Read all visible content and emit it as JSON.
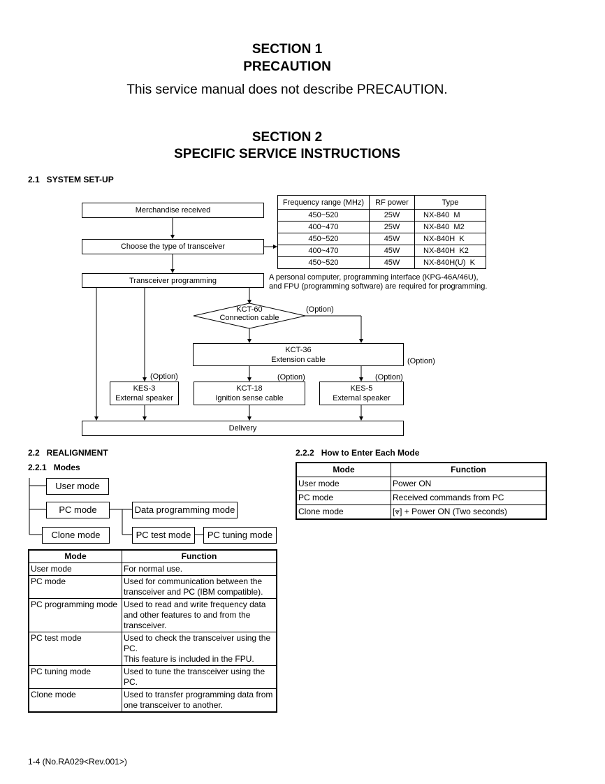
{
  "section1": {
    "heading": "SECTION 1",
    "title": "PRECAUTION",
    "text": "This service manual does not describe PRECAUTION."
  },
  "section2": {
    "heading": "SECTION 2",
    "title": "SPECIFIC SERVICE INSTRUCTIONS"
  },
  "setup": {
    "heading": "2.1   SYSTEM SET-UP",
    "merchandise": "Merchandise received",
    "choose": "Choose the type of transceiver",
    "programming": "Transceiver programming",
    "note": [
      "A personal computer, programming interface (KPG-46A/46U),",
      "and FPU (programming software) are required for programming."
    ],
    "kct60": [
      "KCT-60",
      "Connection cable"
    ],
    "option": "(Option)",
    "kct36": [
      "KCT-36",
      "Extension cable"
    ],
    "kes3": [
      "KES-3",
      "External speaker"
    ],
    "kct18": [
      "KCT-18",
      "Ignition sense cable"
    ],
    "kes5": [
      "KES-5",
      "External speaker"
    ],
    "delivery": "Delivery",
    "freq_table": {
      "headers": [
        "Frequency range (MHz)",
        "RF power",
        "Type"
      ],
      "rows": [
        [
          "450~520",
          "25W",
          "NX-840  M"
        ],
        [
          "400~470",
          "25W",
          "NX-840  M2"
        ],
        [
          "450~520",
          "45W",
          "NX-840H  K"
        ],
        [
          "400~470",
          "45W",
          "NX-840H  K2"
        ],
        [
          "450~520",
          "45W",
          "NX-840H(U)  K"
        ]
      ]
    }
  },
  "realignment": {
    "heading": "2.2   REALIGNMENT",
    "modes_heading": "2.2.1   Modes",
    "user_mode": "User mode",
    "pc_mode": "PC mode",
    "clone_mode": "Clone mode",
    "data_prog": "Data programming mode",
    "pc_test": "PC test mode",
    "pc_tuning": "PC tuning mode",
    "modes_table": {
      "headers": [
        "Mode",
        "Function"
      ],
      "rows": [
        [
          "User mode",
          "For normal use."
        ],
        [
          "PC mode",
          "Used for communication between the transceiver and PC (IBM compatible)."
        ],
        [
          "PC programming mode",
          "Used to read and write frequency data and other features to and from the transceiver."
        ],
        [
          "PC test mode",
          "Used to check the transceiver using the PC.\nThis feature is included in the FPU."
        ],
        [
          "PC tuning mode",
          "Used to tune the transceiver using the PC."
        ],
        [
          "Clone mode",
          "Used to transfer programming data from one transceiver to another."
        ]
      ]
    },
    "enter_heading": "2.2.2   How to Enter Each Mode",
    "enter_table": {
      "headers": [
        "Mode",
        "Function"
      ],
      "rows": [
        [
          "User mode",
          "Power ON"
        ],
        [
          "PC mode",
          "Received commands from PC"
        ],
        [
          "Clone mode",
          "[⩔] + Power ON (Two seconds)"
        ]
      ]
    }
  },
  "footer": "1-4 (No.RA029<Rev.001>)"
}
